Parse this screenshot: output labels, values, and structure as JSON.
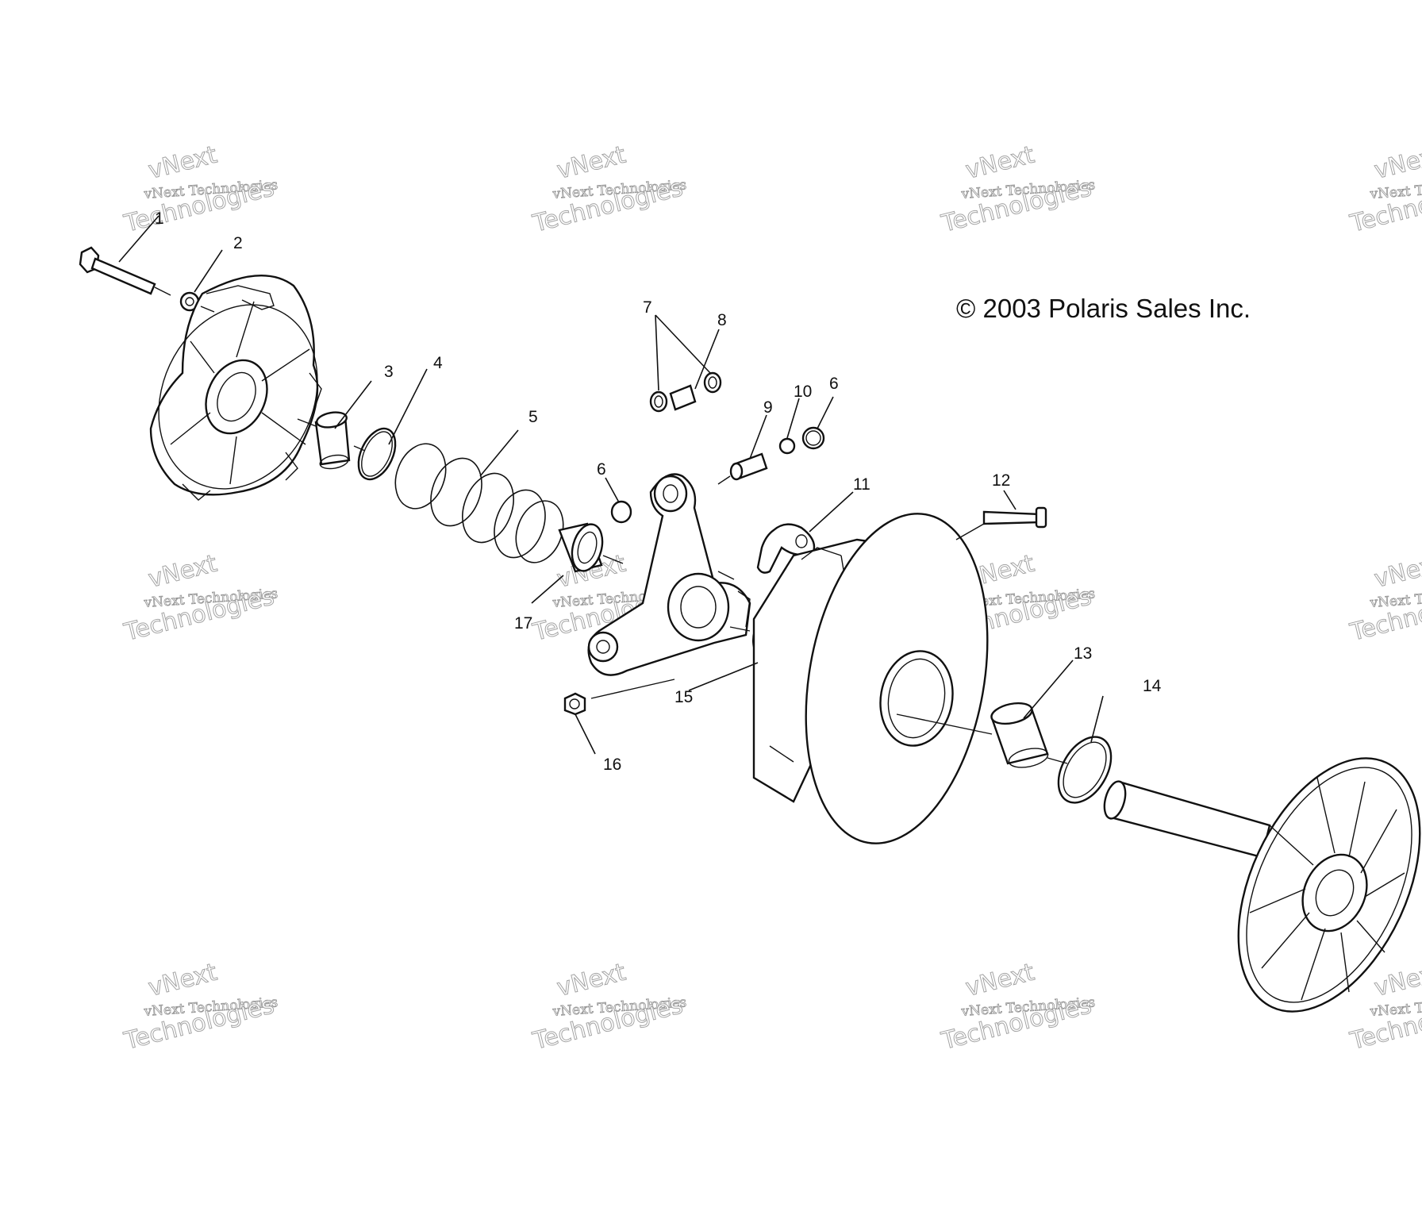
{
  "copyright": "© 2003 Polaris Sales Inc.",
  "watermark": {
    "line1": "vNext",
    "line2": "vNext Technologies",
    "line3": "Technologies"
  },
  "callouts": [
    {
      "id": "1",
      "label": "1"
    },
    {
      "id": "2",
      "label": "2"
    },
    {
      "id": "3",
      "label": "3"
    },
    {
      "id": "4",
      "label": "4"
    },
    {
      "id": "5",
      "label": "5"
    },
    {
      "id": "6a",
      "label": "6"
    },
    {
      "id": "6b",
      "label": "6"
    },
    {
      "id": "7",
      "label": "7"
    },
    {
      "id": "8",
      "label": "8"
    },
    {
      "id": "9",
      "label": "9"
    },
    {
      "id": "10",
      "label": "10"
    },
    {
      "id": "11",
      "label": "11"
    },
    {
      "id": "12",
      "label": "12"
    },
    {
      "id": "13",
      "label": "13"
    },
    {
      "id": "14",
      "label": "14"
    },
    {
      "id": "15",
      "label": "15"
    },
    {
      "id": "16",
      "label": "16"
    },
    {
      "id": "17",
      "label": "17"
    }
  ]
}
